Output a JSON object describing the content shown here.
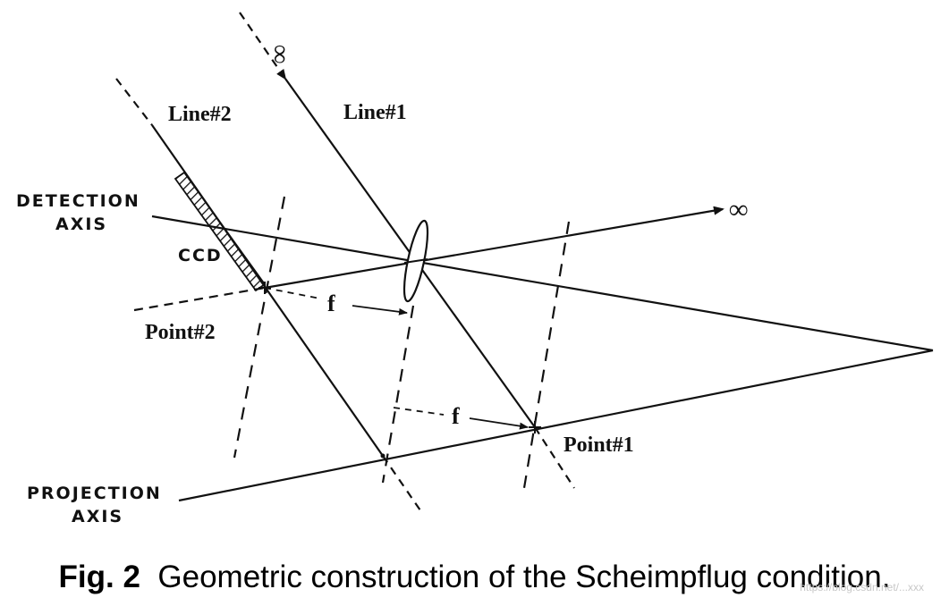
{
  "labels": {
    "line1": "Line#1",
    "line2": "Line#2",
    "detection_axis_l1": "DETECTION",
    "detection_axis_l2": "AXIS",
    "projection_axis_l1": "PROJECTION",
    "projection_axis_l2": "AXIS",
    "ccd": "CCD",
    "point1": "Point#1",
    "point2": "Point#2",
    "focal_upper": "f",
    "focal_lower": "f",
    "infinity_top": "∞",
    "infinity_right": "∞"
  },
  "caption": {
    "fig": "Fig. 2",
    "text": "Geometric construction of the Scheimpflug condition."
  },
  "watermark": "https://blog.csdn.net/...xxx"
}
